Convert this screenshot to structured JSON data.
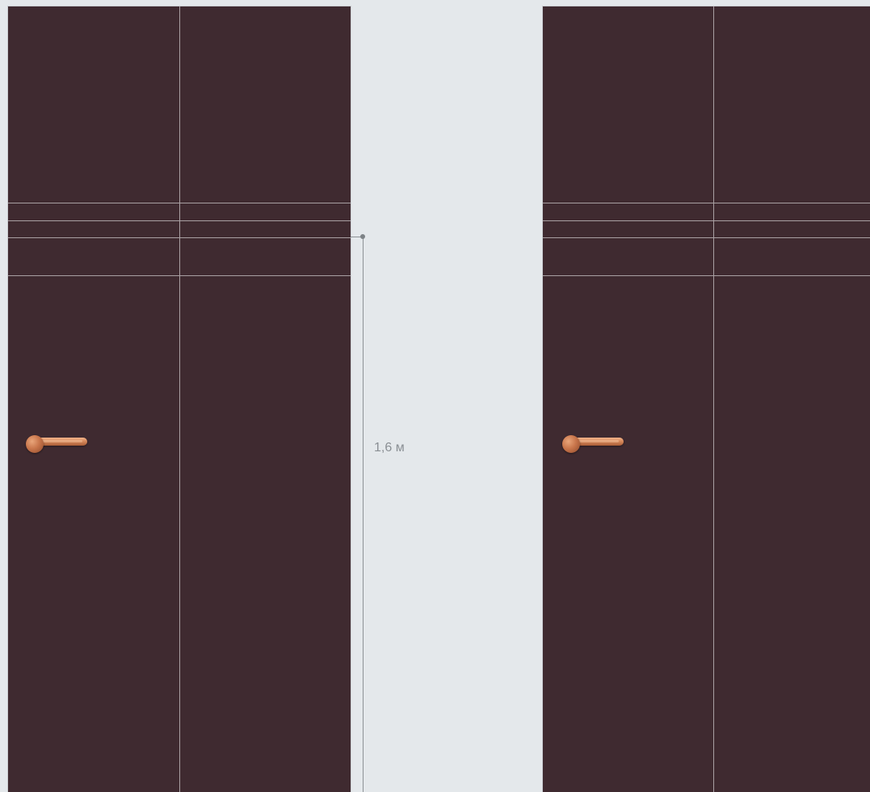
{
  "colors": {
    "background": "#e4e8eb",
    "door_panel": "#3f2a30",
    "panel_lines": "#a9a0a3",
    "handle": "#d88a5c",
    "dimension_line": "#8d9296"
  },
  "doors": [
    {
      "name": "left-door",
      "handle_icon": "lever-handle-icon"
    },
    {
      "name": "right-door",
      "handle_icon": "lever-handle-icon"
    }
  ],
  "dimension": {
    "label": "1,6 м"
  }
}
